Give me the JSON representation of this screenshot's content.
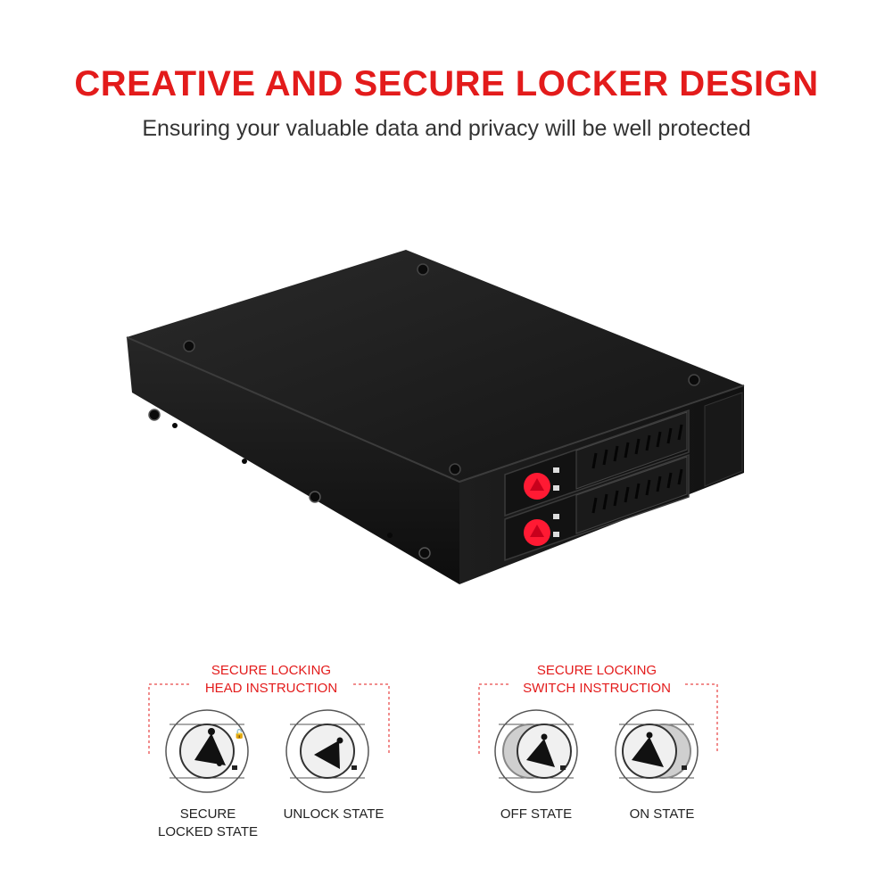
{
  "headline": "CREATIVE AND SECURE LOCKER DESIGN",
  "subheadline": "Ensuring your valuable data and privacy will be well protected",
  "head_instruction": {
    "title_line1": "SECURE LOCKING",
    "title_line2": "HEAD INSTRUCTION",
    "states": [
      {
        "label_line1": "SECURE",
        "label_line2": "LOCKED STATE",
        "icon": "triangle-lock-head-locked"
      },
      {
        "label_line1": "UNLOCK STATE",
        "label_line2": "",
        "icon": "triangle-lock-head-unlocked"
      }
    ]
  },
  "switch_instruction": {
    "title_line1": "SECURE LOCKING",
    "title_line2": "SWITCH INSTRUCTION",
    "states": [
      {
        "label_line1": "OFF STATE",
        "label_line2": "",
        "icon": "triangle-switch-off"
      },
      {
        "label_line1": "ON STATE",
        "label_line2": "",
        "icon": "triangle-switch-on"
      }
    ]
  },
  "colors": {
    "accent_red": "#e31b1b",
    "enclosure_black": "#1a1a1a",
    "lock_knob_red": "#ff1a33"
  }
}
